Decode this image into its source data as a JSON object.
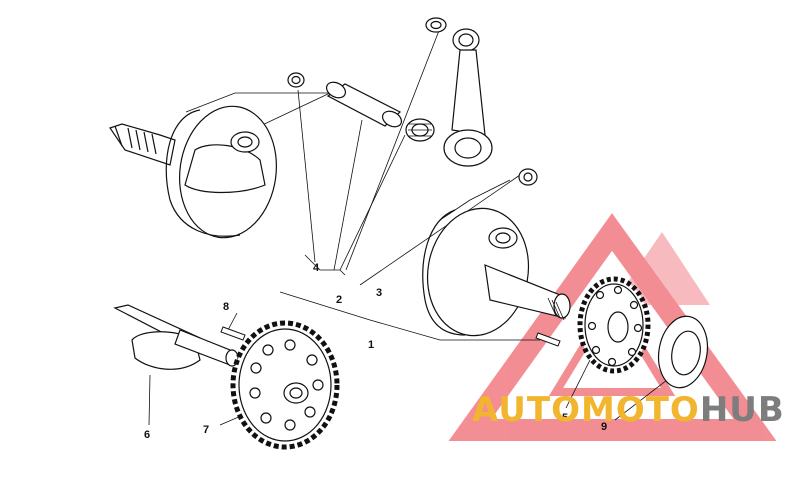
{
  "callouts": {
    "c1": "1",
    "c2": "2",
    "c3": "3",
    "c4": "4",
    "c5": "5",
    "c6": "6",
    "c7": "7",
    "c8": "8",
    "c9": "9"
  },
  "watermark": {
    "part1": "AUTO",
    "part2": "MOTO",
    "part3": "HUB",
    "color_primary": "#f2b530",
    "color_secondary": "#7d7d7d",
    "logo_color": "#e8323c"
  },
  "colors": {
    "line": "#111111",
    "background": "#ffffff"
  }
}
